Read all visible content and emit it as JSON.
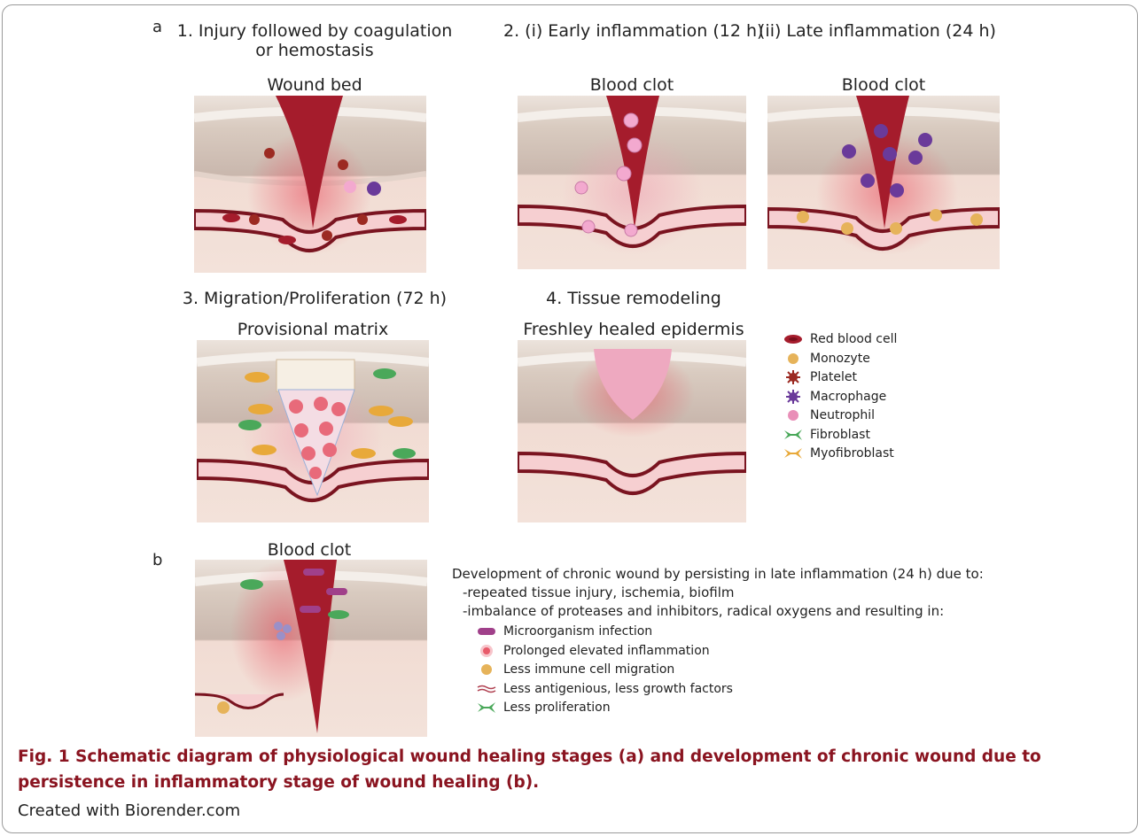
{
  "panel_a": {
    "letter": "a",
    "stage1": {
      "title_line1": "1. Injury followed by coagulation",
      "title_line2": "or hemostasis",
      "subtitle": "Wound bed"
    },
    "stage2": {
      "title": "2. (i) Early inflammation (12 h)",
      "subtitle": "Blood clot"
    },
    "stage2b": {
      "title": "(ii) Late inflammation (24 h)",
      "subtitle": "Blood clot"
    },
    "stage3": {
      "title": "3. Migration/Proliferation (72 h)",
      "subtitle": "Provisional matrix"
    },
    "stage4": {
      "title": "4. Tissue remodeling",
      "subtitle": "Freshley healed epidermis"
    }
  },
  "legend": [
    {
      "label": "Red blood cell",
      "icon": "red-blood-cell-icon",
      "color": "#a51c2c"
    },
    {
      "label": "Monozyte",
      "icon": "monocyte-icon",
      "color": "#e6b35a"
    },
    {
      "label": "Platelet",
      "icon": "platelet-icon",
      "color": "#9c2a22"
    },
    {
      "label": "Macrophage",
      "icon": "macrophage-icon",
      "color": "#6a3a9a"
    },
    {
      "label": "Neutrophil",
      "icon": "neutrophil-icon",
      "color": "#e98fb8"
    },
    {
      "label": "Fibroblast",
      "icon": "fibroblast-icon",
      "color": "#4aa85a"
    },
    {
      "label": "Myofibroblast",
      "icon": "myofibroblast-icon",
      "color": "#e8a93a"
    }
  ],
  "panel_b": {
    "letter": "b",
    "subtitle": "Blood clot",
    "description": "Development of chronic wound by persisting in late inflammation (24 h) due to:",
    "causes": [
      "-repeated tissue injury, ischemia, biofilm",
      "-imbalance of proteases and inhibitors, radical oxygens and resulting in:"
    ],
    "results": [
      {
        "label": "Microorganism infection",
        "icon": "microorganism-icon",
        "color": "#a0408a"
      },
      {
        "label": "Prolonged elevated inflammation",
        "icon": "inflammation-icon",
        "color": "#e85a6a"
      },
      {
        "label": "Less immune cell migration",
        "icon": "immune-cell-icon",
        "color": "#e6b35a"
      },
      {
        "label": "Less antigenious, less growth factors",
        "icon": "vessel-icon",
        "color": "#b04050"
      },
      {
        "label": "Less proliferation",
        "icon": "fibroblast-icon",
        "color": "#4aa85a"
      }
    ]
  },
  "caption": "Fig. 1   Schematic diagram of physiological wound healing stages (a) and development of chronic wound due to persistence in inflammatory stage of wound healing (b).",
  "credit": "Created with Biorender.com"
}
